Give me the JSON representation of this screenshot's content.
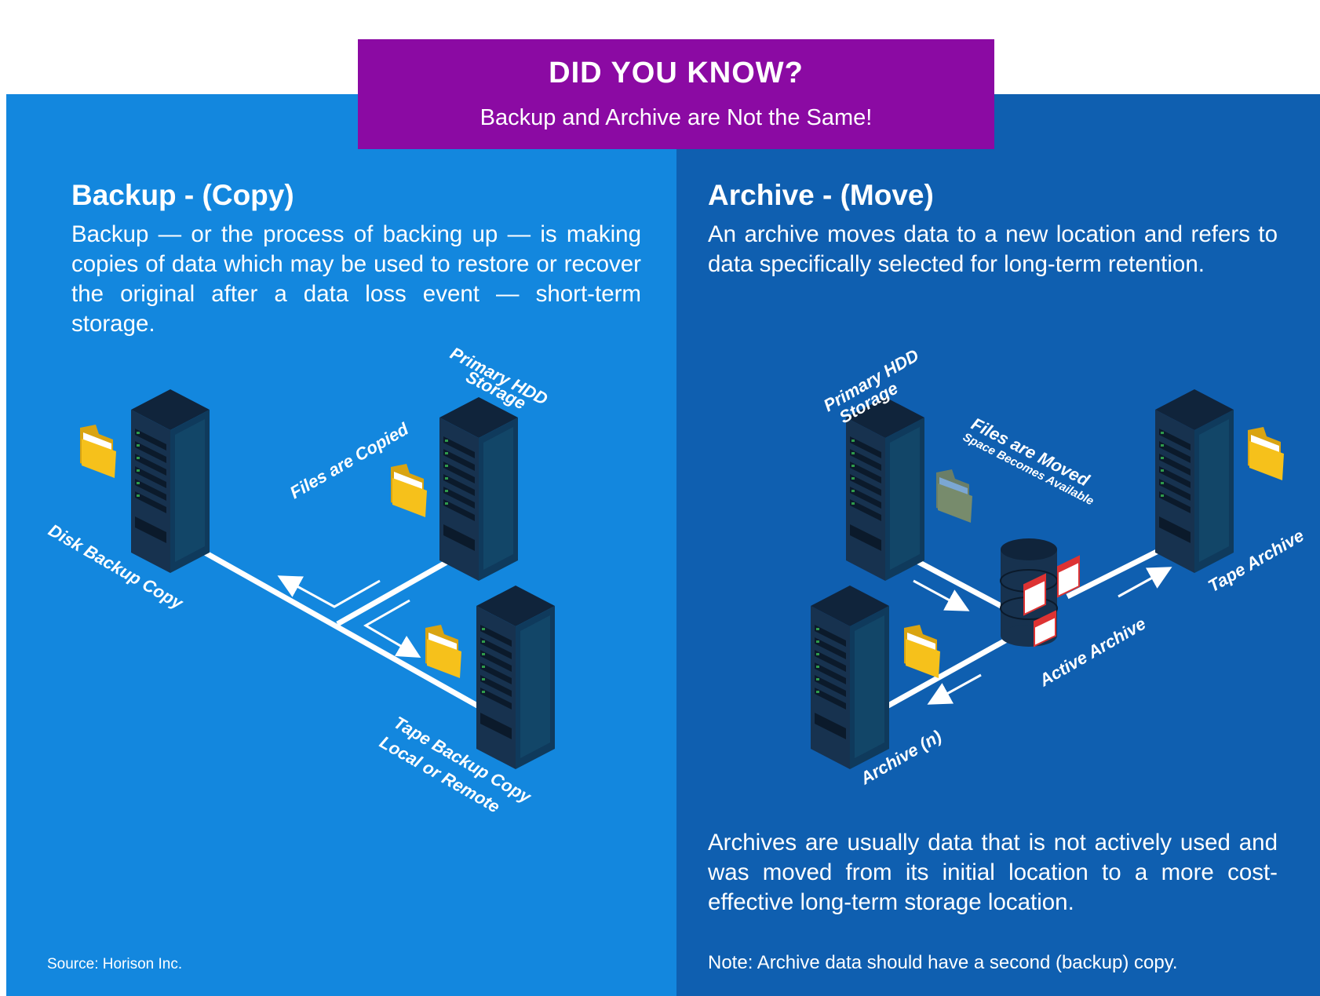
{
  "banner": {
    "title": "DID YOU KNOW?",
    "subtitle": "Backup and Archive are Not the Same!"
  },
  "backup": {
    "heading": "Backup - (Copy)",
    "description": "Backup — or the process of backing up — is making copies of data which may be used to restore or recover the original after a data loss event — short-term storage.",
    "labels": {
      "primary": [
        "Primary HDD",
        "Storage"
      ],
      "files_action": "Files are Copied",
      "disk_copy": "Disk Backup Copy",
      "tape_copy": [
        "Tape Backup Copy",
        "Local or Remote"
      ]
    },
    "source": "Source: Horison Inc."
  },
  "archive": {
    "heading": "Archive - (Move)",
    "description": "An archive moves data to a new location and refers to data specifically selected for long-term retention.",
    "labels": {
      "primary": [
        "Primary HDD",
        "Storage"
      ],
      "files_action": "Files are Moved",
      "files_subaction": "Space Becomes Available",
      "tape_archive": "Tape Archive",
      "active_archive": "Active Archive",
      "archive_n": "Archive (n)"
    },
    "footer_text": "Archives are usually data that is not actively used and was moved from its initial location to a more cost-effective long-term storage location.",
    "note": "Note: Archive data should have a second (backup) copy."
  },
  "colors": {
    "banner": "#8b0aa3",
    "left_panel": "#1387de",
    "right_panel": "#0f5fb0",
    "folder": "#f6c11b",
    "server": "#17324f"
  },
  "icons": [
    "server-icon",
    "folder-icon",
    "database-icon",
    "arrow-icon"
  ]
}
